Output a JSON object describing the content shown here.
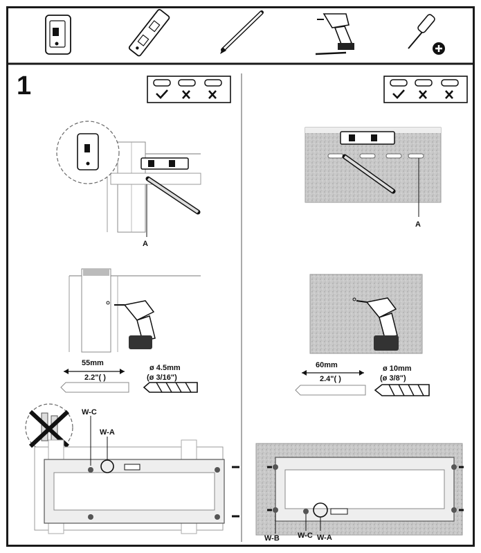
{
  "step": {
    "number": "1"
  },
  "left": {
    "stud_label_a": "A",
    "depth_mm": "55mm",
    "depth_in": "2.2\"( )",
    "drill_mm": "ø 4.5mm",
    "drill_in": "(ø 3/16\")",
    "label_wc": "W-C",
    "label_wa": "W-A"
  },
  "right": {
    "wall_label_a": "A",
    "depth_mm": "60mm",
    "depth_in": "2.4\"( )",
    "drill_mm": "ø 10mm",
    "drill_in": "(ø 3/8\")",
    "label_wb": "W-B",
    "label_wc": "W-C",
    "label_wa": "W-A"
  }
}
